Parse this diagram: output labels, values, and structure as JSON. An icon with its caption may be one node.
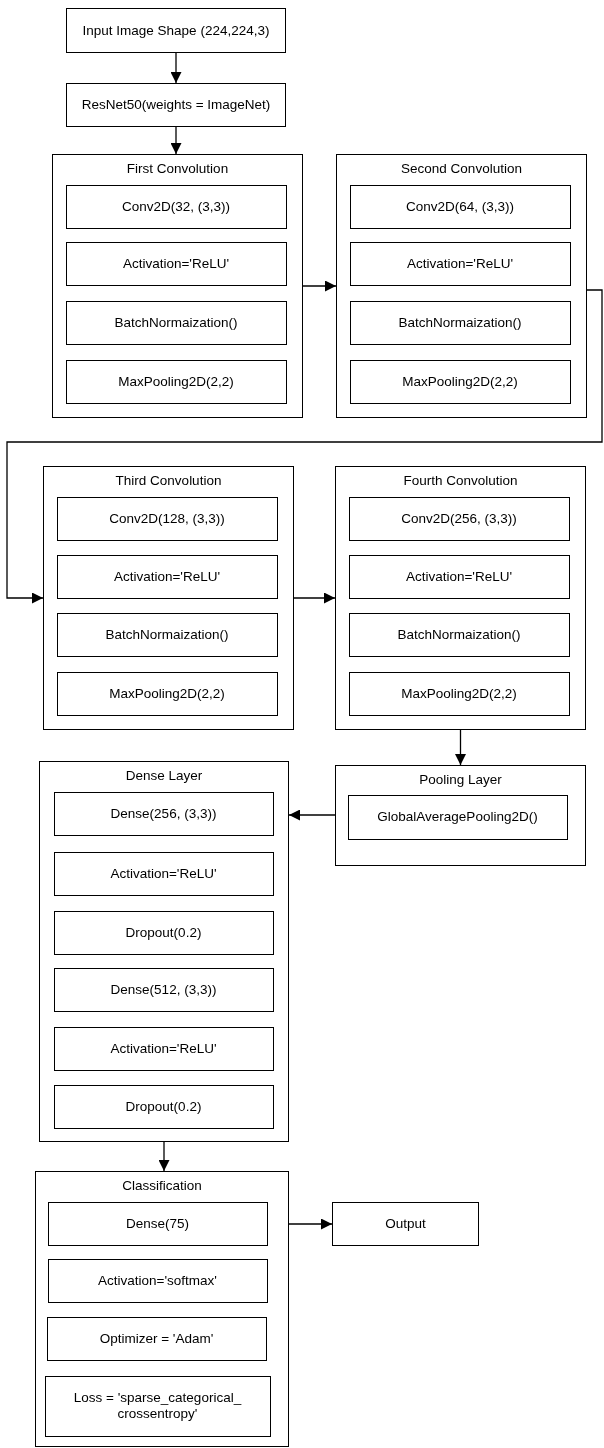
{
  "diagram": {
    "nodes": [
      {
        "text": [
          "Input Image Shape (224,224,3)"
        ]
      },
      {
        "text": [
          "ResNet50(weights = ImageNet)"
        ]
      },
      {
        "text": [
          "First Convolution"
        ]
      },
      {
        "text": [
          "Conv2D(32, (3,3))"
        ],
        "in": 2
      },
      {
        "text": [
          "Activation='ReLU'"
        ],
        "in": 2
      },
      {
        "text": [
          "BatchNormaization()"
        ],
        "in": 2
      },
      {
        "text": [
          "MaxPooling2D(2,2)"
        ],
        "in": 2
      },
      {
        "text": [
          "Second Convolution"
        ]
      },
      {
        "text": [
          "Conv2D(64, (3,3))"
        ],
        "in": 7
      },
      {
        "text": [
          "Activation='ReLU'"
        ],
        "in": 7
      },
      {
        "text": [
          "BatchNormaization()"
        ],
        "in": 7
      },
      {
        "text": [
          "MaxPooling2D(2,2)"
        ],
        "in": 7
      },
      {
        "text": [
          "Third Convolution"
        ]
      },
      {
        "text": [
          "Conv2D(128, (3,3))"
        ],
        "in": 12
      },
      {
        "text": [
          "Activation='ReLU'"
        ],
        "in": 12
      },
      {
        "text": [
          "BatchNormaization()"
        ],
        "in": 12
      },
      {
        "text": [
          "MaxPooling2D(2,2)"
        ],
        "in": 12
      },
      {
        "text": [
          "Fourth Convolution"
        ]
      },
      {
        "text": [
          "Conv2D(256, (3,3))"
        ],
        "in": 17
      },
      {
        "text": [
          "Activation='ReLU'"
        ],
        "in": 17
      },
      {
        "text": [
          "BatchNormaization()"
        ],
        "in": 17
      },
      {
        "text": [
          "MaxPooling2D(2,2)"
        ],
        "in": 17
      },
      {
        "text": [
          "Pooling Layer"
        ]
      },
      {
        "text": [
          "GlobalAveragePooling2D()"
        ],
        "in": 22
      },
      {
        "text": [
          "Dense Layer"
        ]
      },
      {
        "text": [
          "Dense(256, (3,3))"
        ],
        "in": 24
      },
      {
        "text": [
          "Activation='ReLU'"
        ],
        "in": 24
      },
      {
        "text": [
          "Dropout(0.2)"
        ],
        "in": 24
      },
      {
        "text": [
          "Dense(512, (3,3))"
        ],
        "in": 24
      },
      {
        "text": [
          "Activation='ReLU'"
        ],
        "in": 24
      },
      {
        "text": [
          "Dropout(0.2)"
        ],
        "in": 24
      },
      {
        "text": [
          "Classification"
        ]
      },
      {
        "text": [
          "Dense(75)"
        ],
        "in": 31
      },
      {
        "text": [
          "Activation='softmax'"
        ],
        "in": 31
      },
      {
        "text": [
          "Optimizer = 'Adam'"
        ],
        "in": 31
      },
      {
        "text": [
          "Loss = 'sparse_categorical_ crossentropy'"
        ],
        "in": 31
      },
      {
        "text": [
          "Output"
        ]
      }
    ],
    "edges": [
      {
        "from": 0,
        "to": 1,
        "arrow": "to"
      },
      {
        "from": 1,
        "to": 2,
        "arrow": "to"
      },
      {
        "from": 2,
        "to": 7,
        "arrow": "to"
      },
      {
        "from": 7,
        "to": 12,
        "arrow": "to"
      },
      {
        "from": 12,
        "to": 17,
        "arrow": "to"
      },
      {
        "from": 17,
        "to": 22,
        "arrow": "to"
      },
      {
        "from": 22,
        "to": 24,
        "arrow": "to"
      },
      {
        "from": 24,
        "to": 31,
        "arrow": "to"
      },
      {
        "from": 31,
        "to": 36,
        "arrow": "to"
      }
    ]
  }
}
